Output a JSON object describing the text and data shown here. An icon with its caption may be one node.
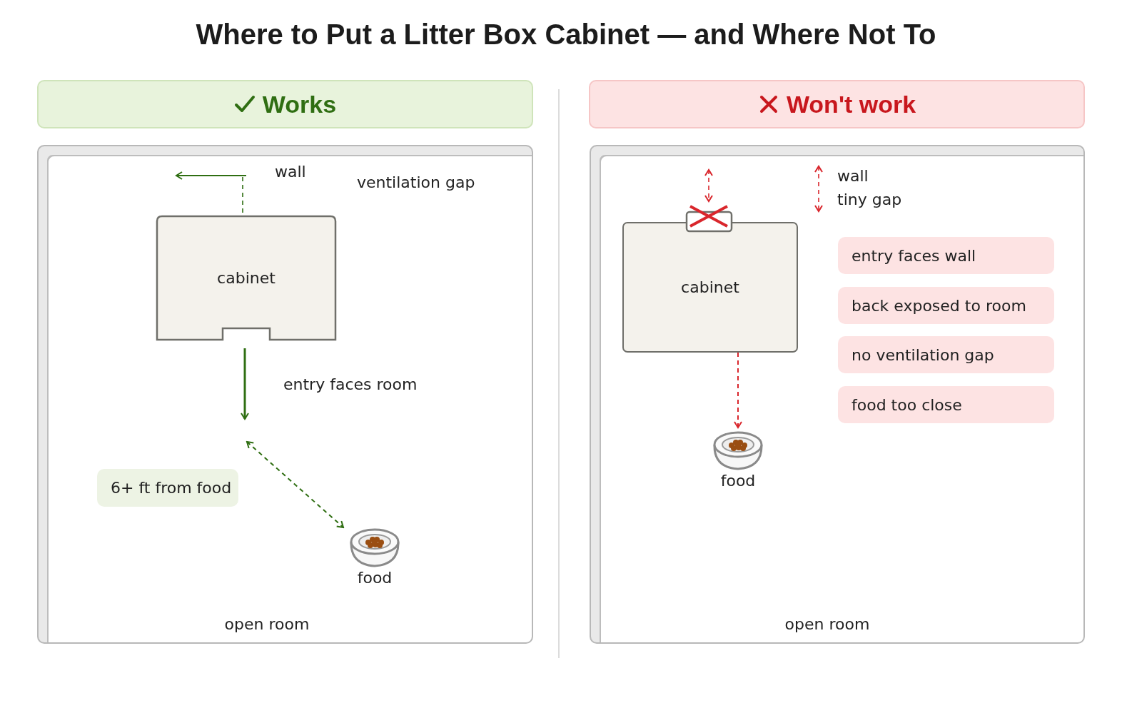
{
  "diagram": {
    "title": "Where to Put a Litter Box Cabinet — and Where Not To",
    "nodes": [
      {
        "text": [
          "Works"
        ]
      },
      {
        "text": [
          "Won't work"
        ]
      },
      {
        "text": [
          "open room"
        ]
      },
      {
        "text": [
          "cabinet"
        ],
        "in": 2
      },
      {
        "text": [
          "food"
        ],
        "in": 2
      },
      {
        "text": [
          "6+ ft from food"
        ],
        "in": 2
      },
      {
        "text": [
          "open room"
        ]
      },
      {
        "text": [
          "cabinet"
        ],
        "in": 6
      },
      {
        "text": [
          "food"
        ],
        "in": 6
      },
      {
        "text": [
          "entry faces wall"
        ],
        "in": 6
      },
      {
        "text": [
          "back exposed to room"
        ],
        "in": 6
      },
      {
        "text": [
          "no ventilation gap"
        ],
        "in": 6
      },
      {
        "text": [
          "food too close"
        ],
        "in": 6
      }
    ],
    "edges": [
      {
        "from": 7,
        "to": 8,
        "arrow": "to",
        "style": "dashed",
        "color": "#d9262c"
      }
    ],
    "labels": [
      "wall",
      "ventilation gap",
      "entry faces room",
      "wall",
      "tiny gap"
    ]
  }
}
